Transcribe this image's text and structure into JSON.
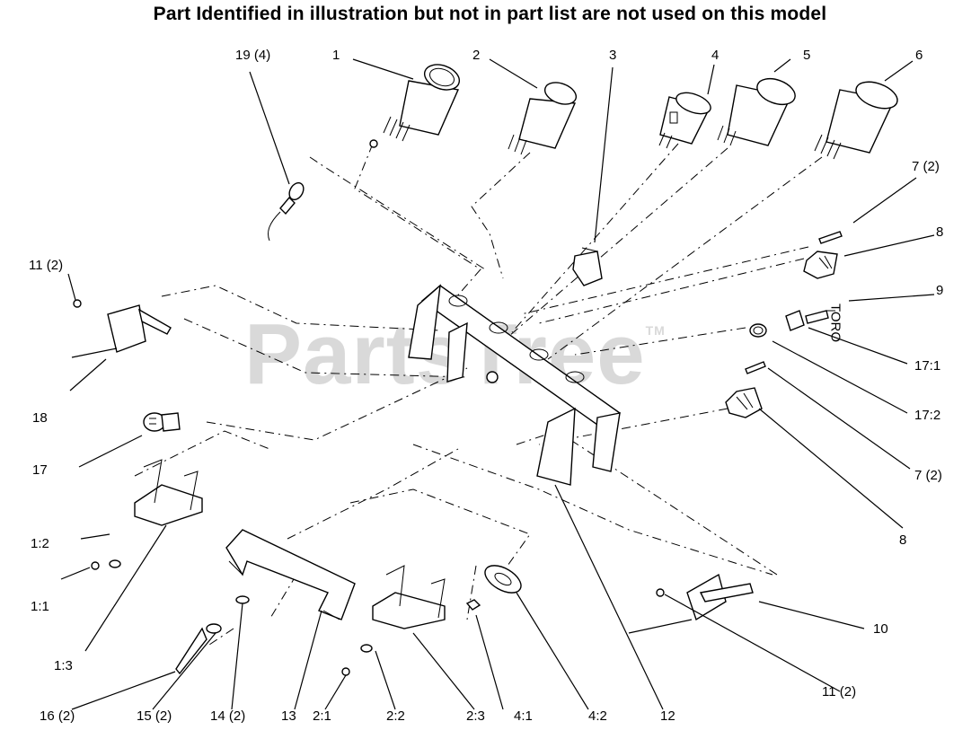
{
  "notice": "Part Identified in illustration but not in part list are not used on this model",
  "watermark": {
    "text": "PartsTree",
    "tm": "TM"
  },
  "brand_text": "TORO",
  "labels": [
    "19 (4)",
    "1",
    "2",
    "3",
    "4",
    "5",
    "6",
    "7 (2)",
    "8",
    "9",
    "17:1",
    "17:2",
    "7 (2)",
    "8",
    "11 (2)",
    "18",
    "17",
    "1:2",
    "1:1",
    "1:3",
    "16 (2)",
    "15 (2)",
    "14 (2)",
    "13",
    "2:1",
    "2:2",
    "2:3",
    "4:1",
    "4:2",
    "12",
    "10",
    "11 (2)"
  ]
}
